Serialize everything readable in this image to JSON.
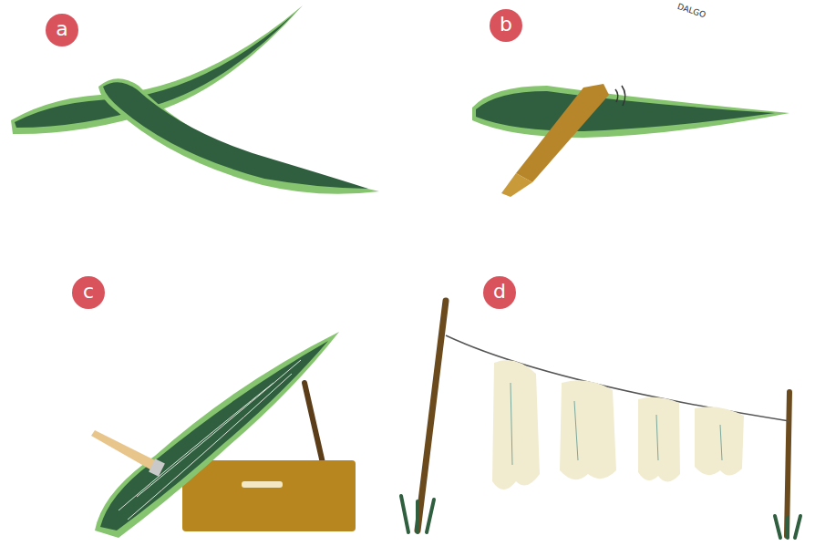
{
  "diagram": {
    "nodes": [
      {
        "text": [
          "a"
        ]
      },
      {
        "text": [
          "b"
        ]
      },
      {
        "text": [
          "c"
        ]
      },
      {
        "text": [
          "d"
        ]
      }
    ],
    "labels": [
      "DALGO"
    ]
  }
}
